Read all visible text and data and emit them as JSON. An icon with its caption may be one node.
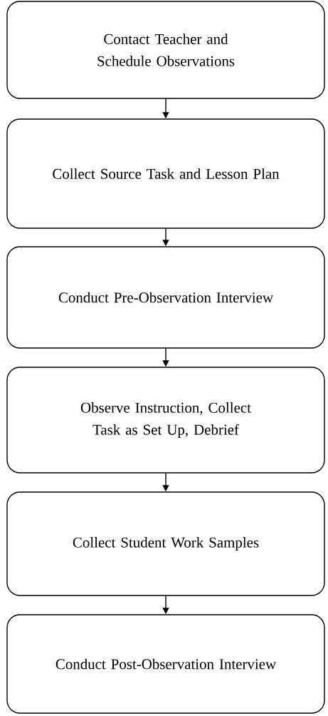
{
  "diagram": {
    "nodes": [
      {
        "text": [
          "Contact Teacher and Schedule Observations"
        ]
      },
      {
        "text": [
          "Collect Source Task and Lesson Plan"
        ]
      },
      {
        "text": [
          "Conduct Pre-Observation Interview"
        ]
      },
      {
        "text": [
          "Observe Instruction, Collect Task as Set Up, Debrief"
        ]
      },
      {
        "text": [
          "Collect Student Work Samples"
        ]
      },
      {
        "text": [
          "Conduct Post-Observation Interview"
        ]
      }
    ],
    "edges": [
      {
        "from": 0,
        "to": 1,
        "arrow": "to"
      },
      {
        "from": 1,
        "to": 2,
        "arrow": "to"
      },
      {
        "from": 2,
        "to": 3,
        "arrow": "to"
      },
      {
        "from": 3,
        "to": 4,
        "arrow": "to"
      },
      {
        "from": 4,
        "to": 5,
        "arrow": "to"
      }
    ]
  }
}
